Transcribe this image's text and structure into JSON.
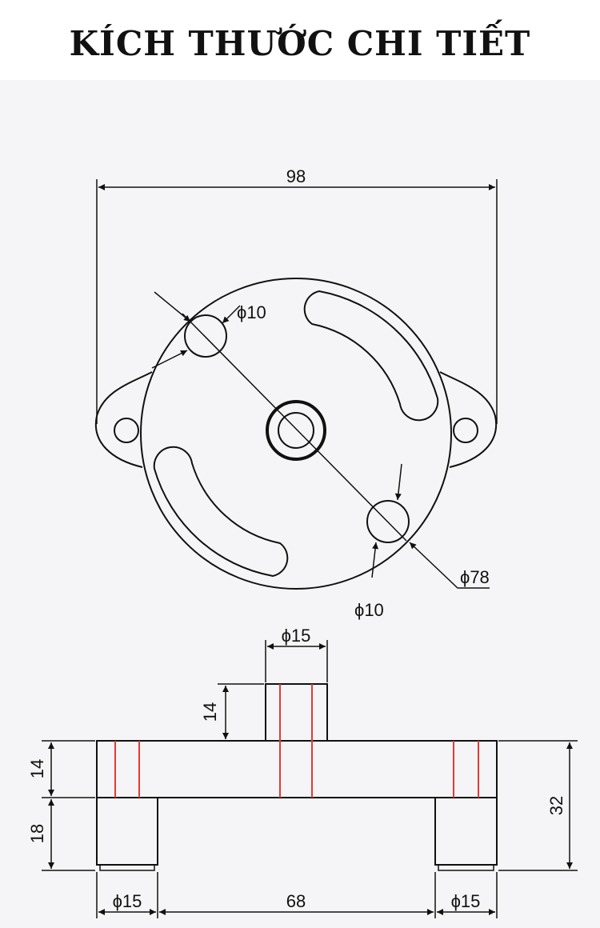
{
  "title": "KÍCH THƯỚC CHI TIẾT",
  "colors": {
    "line": "#111111",
    "hidden_line": "#e53935",
    "background": "#f5f5f7"
  },
  "top_view": {
    "overall_width": "98",
    "hole_diameter_upper": "ϕ10",
    "hole_diameter_lower": "ϕ10",
    "bolt_circle_diameter": "ϕ78"
  },
  "front_view": {
    "boss_diameter": "ϕ15",
    "boss_height": "14",
    "plate_thickness": "14",
    "leg_height": "18",
    "total_height": "32",
    "left_leg_diameter": "ϕ15",
    "leg_spacing": "68",
    "right_leg_diameter": "ϕ15"
  }
}
